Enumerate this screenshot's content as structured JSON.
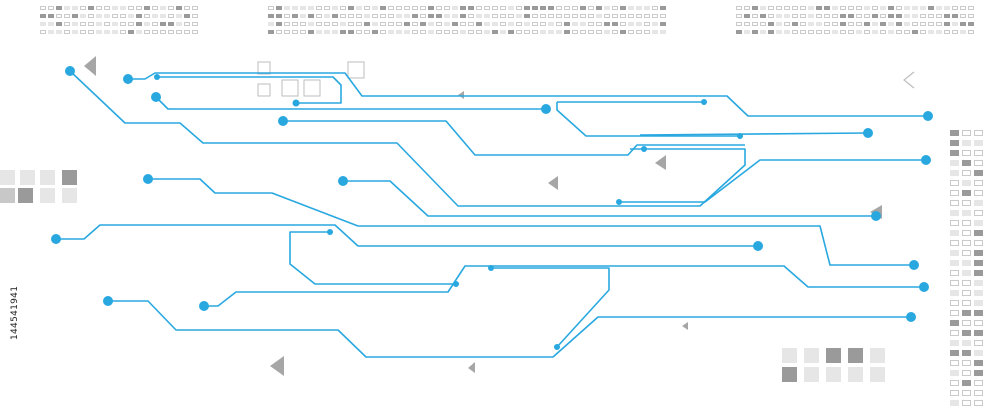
{
  "image_id_text": "144541941",
  "colors": {
    "trace": "#29a8e0",
    "node": "#29a8e0",
    "dark_square": "#9a9a9a",
    "mid_square": "#c8c8c8",
    "light_square": "#e6e6e6",
    "outline": "#bdbdbd",
    "triangle": "#a6a6a6"
  },
  "icons": [
    "circuit-trace",
    "circuit-node",
    "triangle-marker",
    "pixel-square",
    "outline-square",
    "chevron-left-icon"
  ]
}
